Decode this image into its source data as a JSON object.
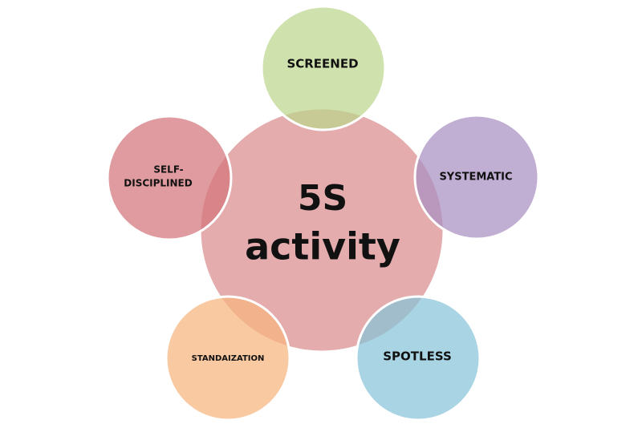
{
  "center": {
    "line1": "5S",
    "line2": "activity",
    "color": "#d98c8e"
  },
  "nodes": [
    {
      "id": "screened",
      "label": "SCREENED",
      "color": "#bcd68c"
    },
    {
      "id": "systematic",
      "label": "SYSTEMATIC",
      "color": "#a98fc2"
    },
    {
      "id": "spotless",
      "label": "SPOTLESS",
      "color": "#86c3d8"
    },
    {
      "id": "standaization",
      "label": "STANDAIZATION",
      "color": "#f7b47e"
    },
    {
      "id": "self-disciplined",
      "line1": "SELF-",
      "line2": "DISCIPLINED",
      "color": "#d2757a"
    }
  ]
}
